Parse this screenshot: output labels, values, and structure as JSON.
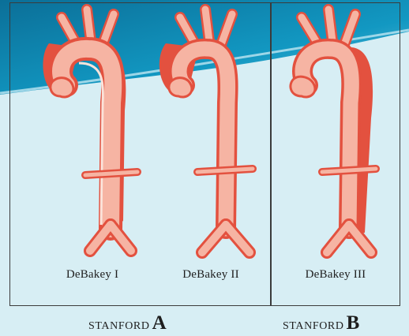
{
  "types": [
    {
      "label": "DeBakey I"
    },
    {
      "label": "DeBakey II"
    },
    {
      "label": "DeBakey III"
    }
  ],
  "stanford_groups": [
    {
      "word": "STANFORD",
      "letter": "A"
    },
    {
      "word": "STANFORD",
      "letter": "B"
    }
  ],
  "colors": {
    "background": "#d7eef4",
    "banner": "#0f86b0",
    "vessel_light": "#f6b4a3",
    "vessel_dark": "#e3513f",
    "frame": "#3b3b3b"
  }
}
